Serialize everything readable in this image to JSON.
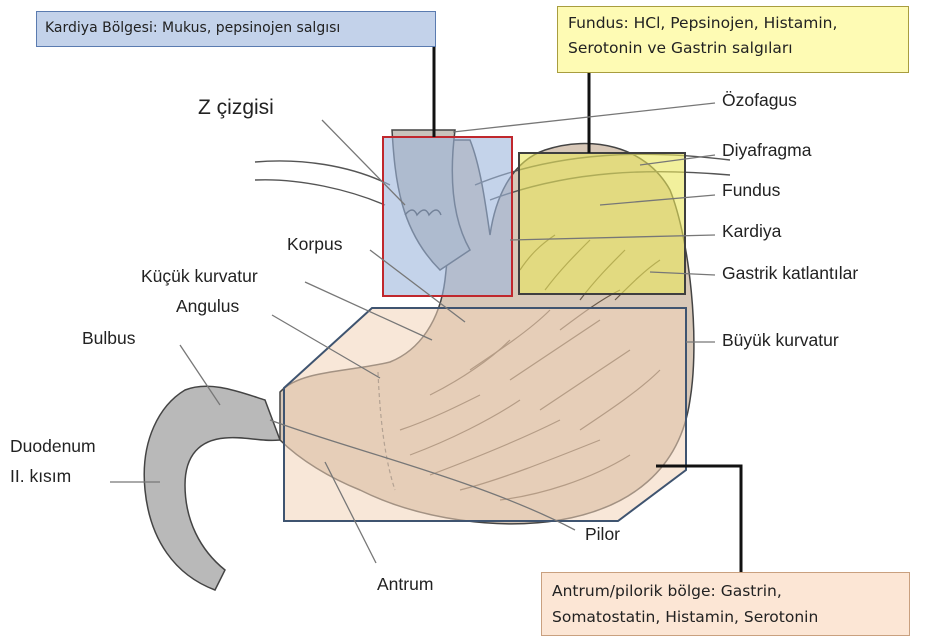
{
  "boxes": {
    "kardiya": "Kardiya Bölgesi: Mukus, pepsinojen salgısı",
    "fundus_line1": "Fundus: HCl, Pepsinojen, Histamin,",
    "fundus_line2": "Serotonin ve Gastrin salgıları",
    "antrum_line1": "Antrum/pilorik bölge: Gastrin,",
    "antrum_line2": "Somatostatin, Histamin, Serotonin"
  },
  "labels": {
    "z_cizgisi": "Z çizgisi",
    "ozofagus": "Özofagus",
    "diyafragma": "Diyafragma",
    "fundus": "Fundus",
    "kardiya": "Kardiya",
    "gastrik": "Gastrik katlantılar",
    "korpus": "Korpus",
    "kucuk": "Küçük kurvatur",
    "angulus": "Angulus",
    "bulbus": "Bulbus",
    "buyuk": "Büyük kurvatur",
    "duodenum1": "Duodenum",
    "duodenum2": "II. kısım",
    "pilor": "Pilor",
    "antrum": "Antrum"
  },
  "colors": {
    "blue_region": "#9db5dc",
    "yellow_region": "#e9e65a",
    "peach_region": "#f3d4b8",
    "red_border": "#c0272d",
    "dark_border": "#3f5470",
    "stomach_fill": "#d8c8b8",
    "duodenum_fill": "#b9b9b9"
  }
}
